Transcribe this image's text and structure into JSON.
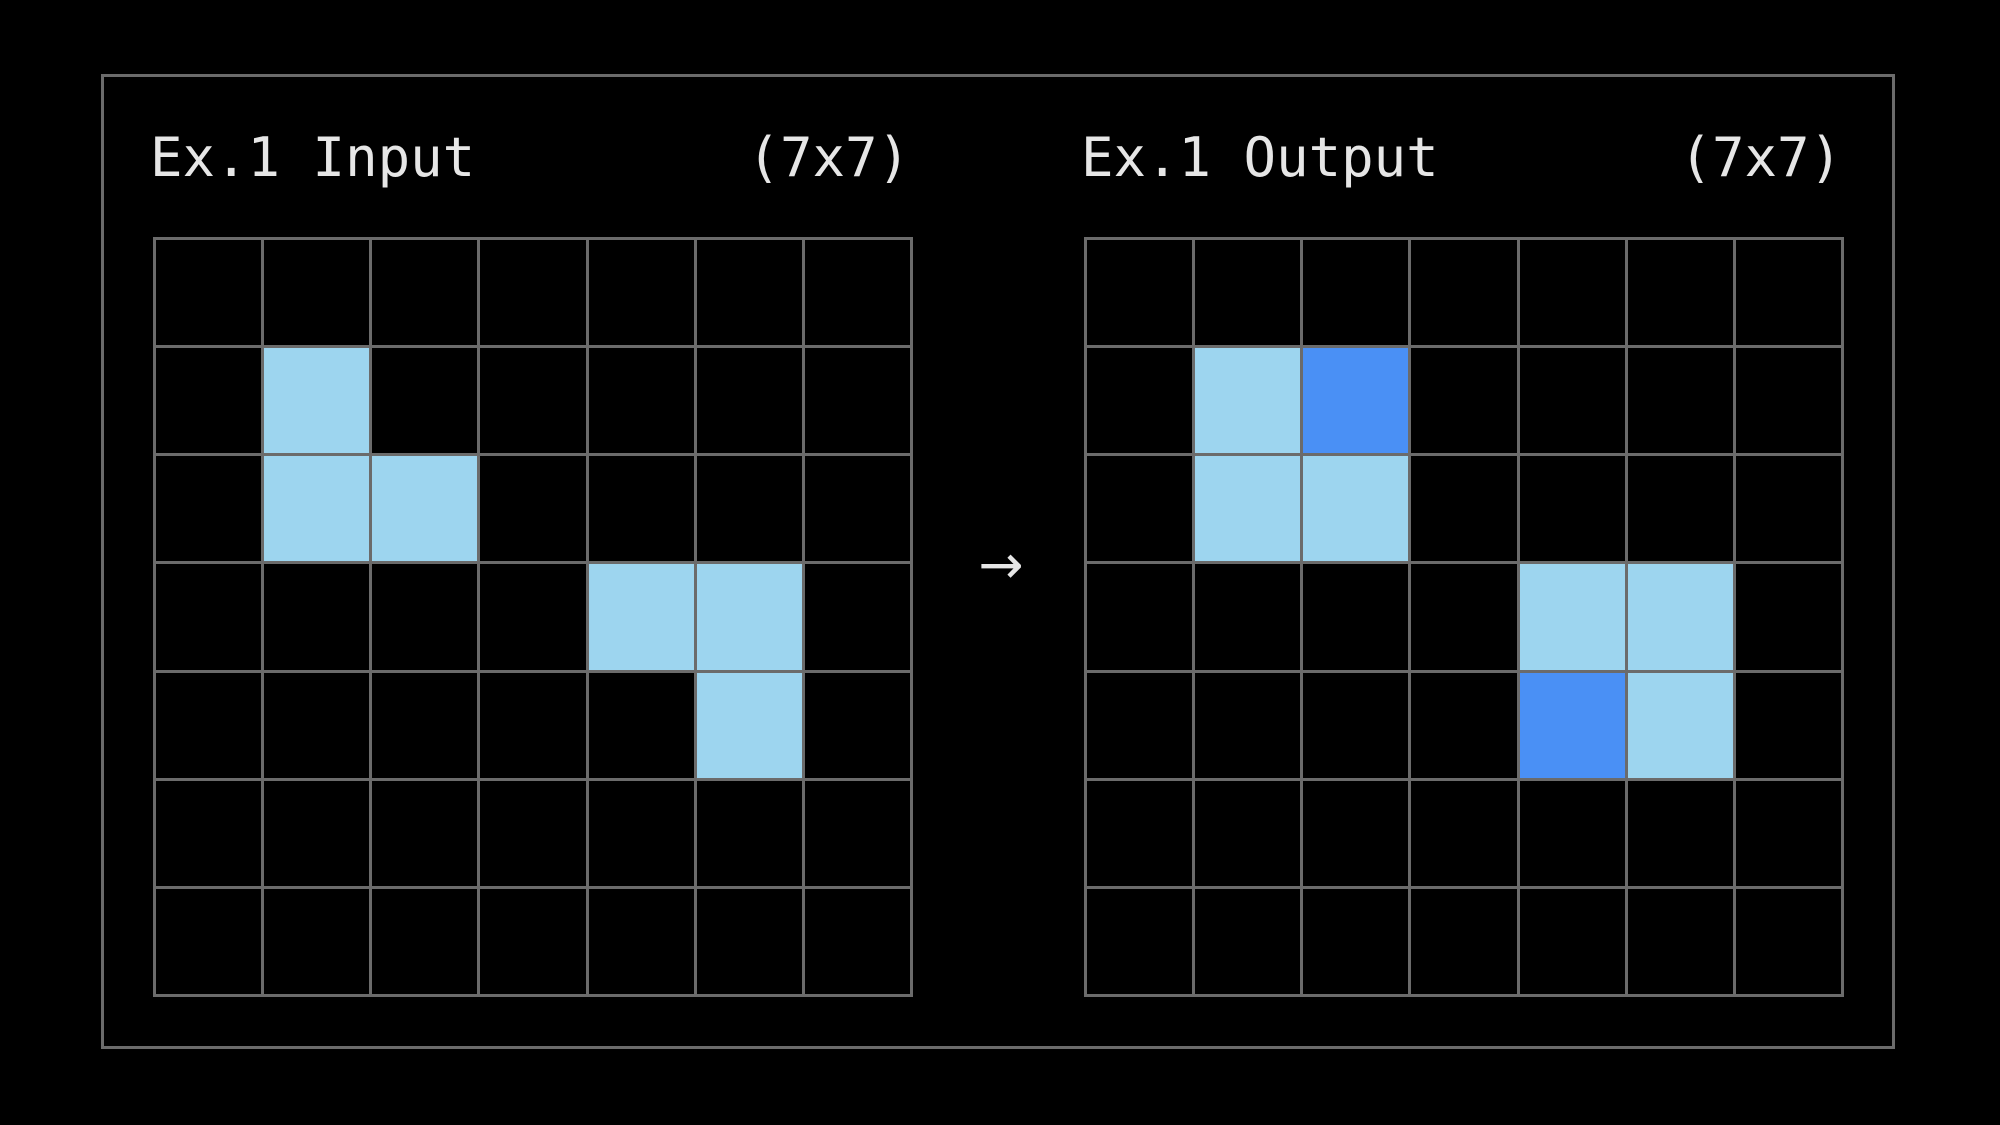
{
  "colors": {
    "background": "#000000",
    "grid_line": "#6b6b6b",
    "palette": {
      "0": "#000000",
      "1": "#9dd5ef",
      "2": "#4a90f5"
    }
  },
  "arrow": "→",
  "input": {
    "title": "Ex.1 Input",
    "size": "(7x7)",
    "grid": [
      [
        0,
        0,
        0,
        0,
        0,
        0,
        0
      ],
      [
        0,
        1,
        0,
        0,
        0,
        0,
        0
      ],
      [
        0,
        1,
        1,
        0,
        0,
        0,
        0
      ],
      [
        0,
        0,
        0,
        0,
        1,
        1,
        0
      ],
      [
        0,
        0,
        0,
        0,
        0,
        1,
        0
      ],
      [
        0,
        0,
        0,
        0,
        0,
        0,
        0
      ],
      [
        0,
        0,
        0,
        0,
        0,
        0,
        0
      ]
    ]
  },
  "output": {
    "title": "Ex.1 Output",
    "size": "(7x7)",
    "grid": [
      [
        0,
        0,
        0,
        0,
        0,
        0,
        0
      ],
      [
        0,
        1,
        2,
        0,
        0,
        0,
        0
      ],
      [
        0,
        1,
        1,
        0,
        0,
        0,
        0
      ],
      [
        0,
        0,
        0,
        0,
        1,
        1,
        0
      ],
      [
        0,
        0,
        0,
        0,
        2,
        1,
        0
      ],
      [
        0,
        0,
        0,
        0,
        0,
        0,
        0
      ],
      [
        0,
        0,
        0,
        0,
        0,
        0,
        0
      ]
    ]
  }
}
